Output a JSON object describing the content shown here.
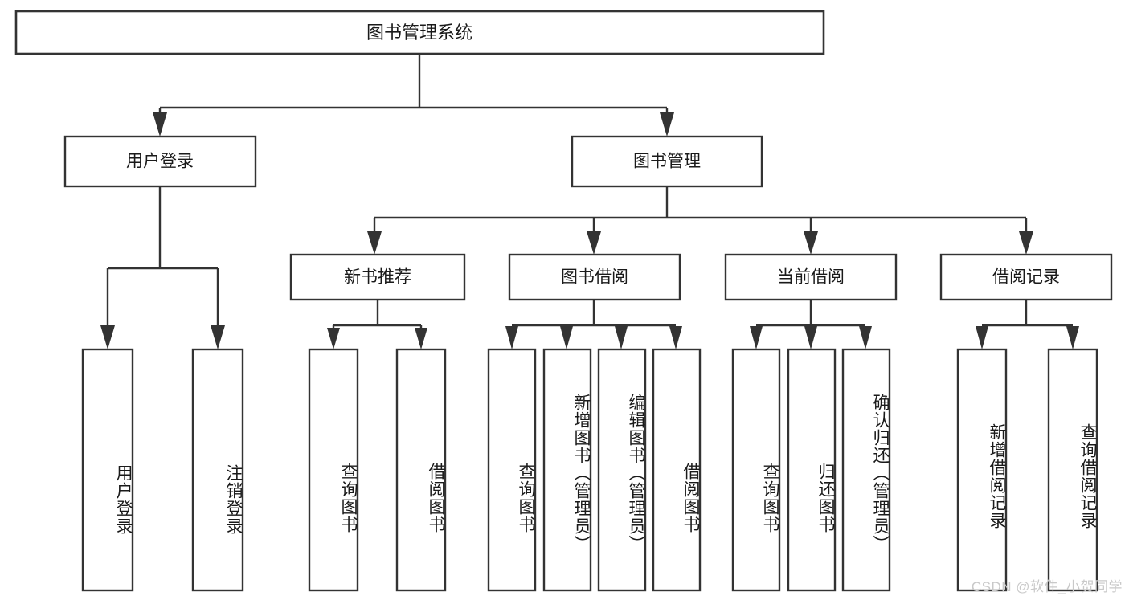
{
  "diagram": {
    "type": "tree-hierarchy",
    "title": "图书管理系统",
    "orientation": "top-down",
    "levels": 4,
    "root": {
      "id": "root",
      "label": "图书管理系统",
      "orientation": "horizontal"
    },
    "level2": [
      {
        "id": "user-login",
        "label": "用户登录",
        "orientation": "horizontal"
      },
      {
        "id": "book-management",
        "label": "图书管理",
        "orientation": "horizontal"
      }
    ],
    "level3": [
      {
        "id": "new-book-recommend",
        "label": "新书推荐",
        "parent": "book-management",
        "orientation": "horizontal"
      },
      {
        "id": "book-borrow",
        "label": "图书借阅",
        "parent": "book-management",
        "orientation": "horizontal"
      },
      {
        "id": "current-borrow",
        "label": "当前借阅",
        "parent": "book-management",
        "orientation": "horizontal"
      },
      {
        "id": "borrow-record",
        "label": "借阅记录",
        "parent": "book-management",
        "orientation": "horizontal"
      }
    ],
    "leaves": [
      {
        "id": "leaf-user-login",
        "label": "用户登录",
        "parent": "user-login",
        "orientation": "vertical"
      },
      {
        "id": "leaf-logout-login",
        "label": "注销登录",
        "parent": "user-login",
        "orientation": "vertical"
      },
      {
        "id": "leaf-query-book-1",
        "label": "查询图书",
        "parent": "new-book-recommend",
        "orientation": "vertical"
      },
      {
        "id": "leaf-borrow-book-1",
        "label": "借阅图书",
        "parent": "new-book-recommend",
        "orientation": "vertical"
      },
      {
        "id": "leaf-query-book-2",
        "label": "查询图书",
        "parent": "book-borrow",
        "orientation": "vertical"
      },
      {
        "id": "leaf-add-book-admin",
        "label": "新增图书（管理员）",
        "parent": "book-borrow",
        "orientation": "vertical"
      },
      {
        "id": "leaf-edit-book-admin",
        "label": "编辑图书（管理员）",
        "parent": "book-borrow",
        "orientation": "vertical"
      },
      {
        "id": "leaf-borrow-book-2",
        "label": "借阅图书",
        "parent": "book-borrow",
        "orientation": "vertical"
      },
      {
        "id": "leaf-query-book-3",
        "label": "查询图书",
        "parent": "current-borrow",
        "orientation": "vertical"
      },
      {
        "id": "leaf-return-book",
        "label": "归还图书",
        "parent": "current-borrow",
        "orientation": "vertical"
      },
      {
        "id": "leaf-confirm-return-admin",
        "label": "确认归还（管理员）",
        "parent": "current-borrow",
        "orientation": "vertical"
      },
      {
        "id": "leaf-add-borrow-record",
        "label": "新增借阅记录",
        "parent": "borrow-record",
        "orientation": "vertical"
      },
      {
        "id": "leaf-query-borrow-record",
        "label": "查询借阅记录",
        "parent": "borrow-record",
        "orientation": "vertical"
      }
    ]
  },
  "colors": {
    "stroke": "#333333",
    "box_fill": "#ffffff",
    "text": "#1a1a1a",
    "background": "#ffffff",
    "watermark": "#c9c9c9"
  },
  "watermark": {
    "text": "CSDN @软件_小贺同学"
  }
}
